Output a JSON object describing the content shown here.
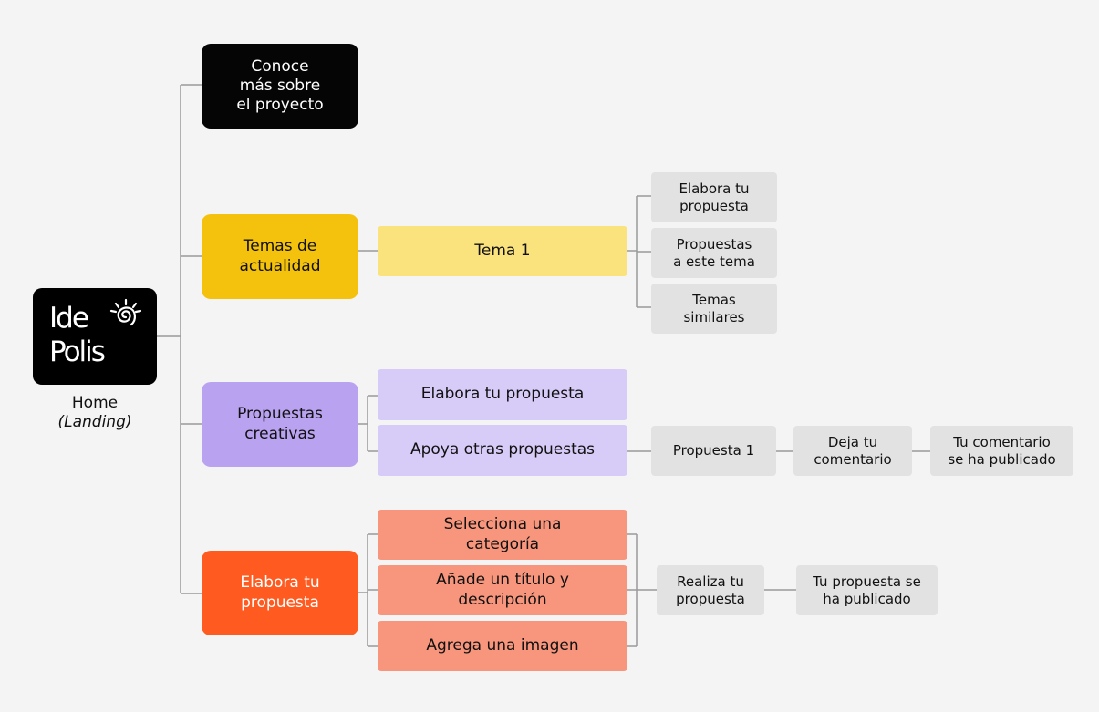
{
  "colors": {
    "background": "#f4f4f4",
    "connector": "#9a9a9a",
    "black": "#050505",
    "yellow_main": "#f4c20d",
    "yellow_branch": "#fae27c",
    "purple_main": "#b9a2f0",
    "purple_branch": "#d7cbf7",
    "red_main": "#ff5a1f",
    "red_branch": "#f7967c",
    "gray_leaf": "#e2e2e2"
  },
  "logo": {
    "line1": "Ide",
    "line2": "Polis",
    "icon": "spiral-sun-icon"
  },
  "home": {
    "title": "Home",
    "subtitle": "(Landing)"
  },
  "main_nodes": [
    {
      "name": "about-project",
      "label": "Conoce\nmás sobre\nel proyecto"
    },
    {
      "name": "current-topics",
      "label": "Temas de\nactualidad"
    },
    {
      "name": "creative-proposals",
      "label": "Propuestas\ncreativas"
    },
    {
      "name": "create-proposal",
      "label": "Elabora tu\npropuesta"
    }
  ],
  "topics": {
    "topic_1": "Tema 1",
    "leaves": [
      "Elabora tu\npropuesta",
      "Propuestas\na este tema",
      "Temas\nsimilares"
    ]
  },
  "proposals": {
    "create": "Elabora tu propuesta",
    "support": "Apoya otras propuestas",
    "proposal_1": "Propuesta 1",
    "comment": "Deja tu\ncomentario",
    "comment_published": "Tu comentario\nse ha publicado"
  },
  "create_proposal": {
    "steps": [
      "Selecciona una\ncategoría",
      "Añade un título y\ndescripción",
      "Agrega una imagen"
    ],
    "submit": "Realiza tu\npropuesta",
    "published": "Tu propuesta se\nha publicado"
  }
}
